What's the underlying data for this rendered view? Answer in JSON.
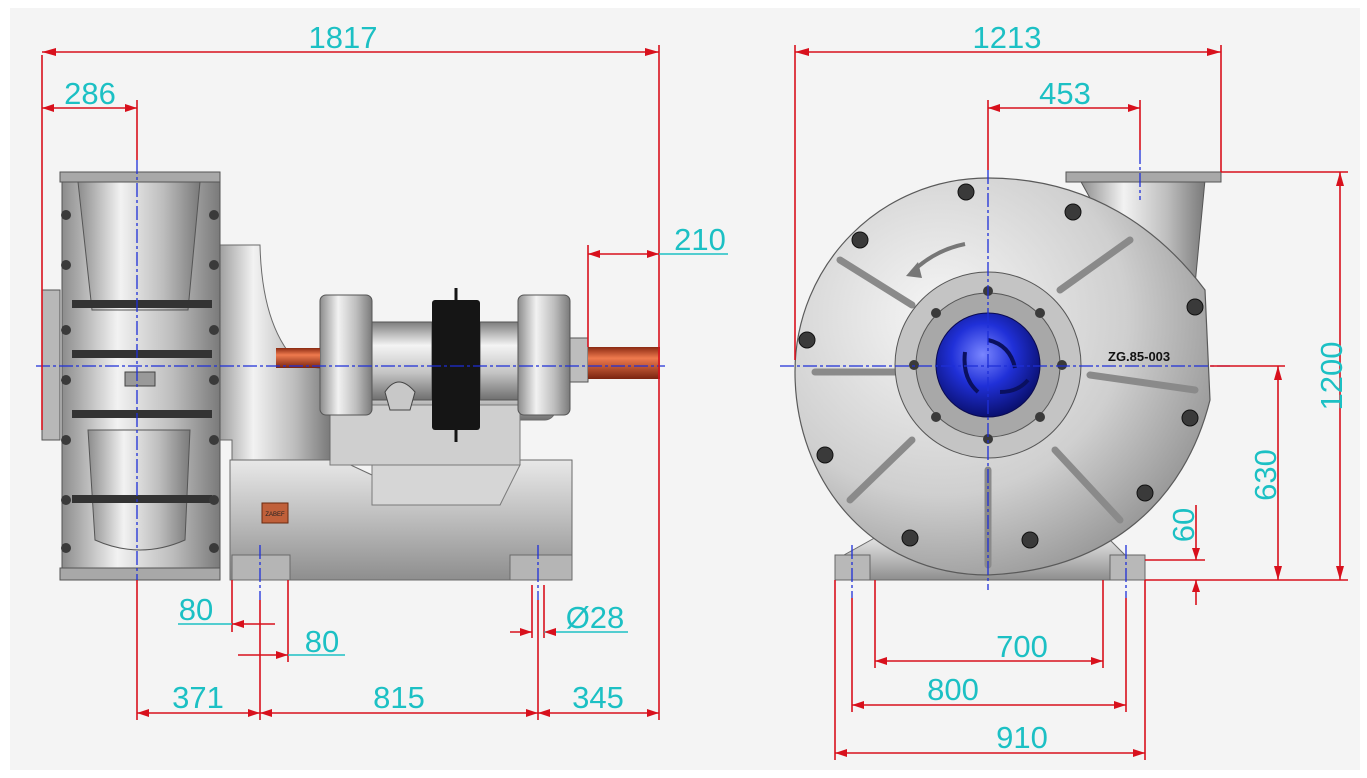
{
  "drawing": {
    "side_view": {
      "overall_length": "1817",
      "suction_center_offset": "286",
      "shaft_extension": "210",
      "foot_width_a": "80",
      "foot_width_b": "80",
      "bolt_hole_diameter": "Ø28",
      "center_to_first_foot": "371",
      "foot_spacing": "815",
      "rear_overhang": "345",
      "maker_plate": "ZABEF"
    },
    "front_view": {
      "overall_width": "1213",
      "discharge_offset": "453",
      "overall_height": "1200",
      "shaft_center_height": "630",
      "base_thickness": "60",
      "bolt_spacing_inner": "700",
      "bolt_spacing": "800",
      "base_width": "910",
      "model_label": "ZG.85-003"
    }
  },
  "colors": {
    "background": "#f4f4f4",
    "dimension_line": "#d8101c",
    "dimension_text": "#1cc0c4",
    "centerline": "#1e2fd8",
    "shaft": "#d9542a",
    "impeller": "#1a22c8",
    "coupling": "#151515",
    "metal": "#c9c9c9"
  }
}
